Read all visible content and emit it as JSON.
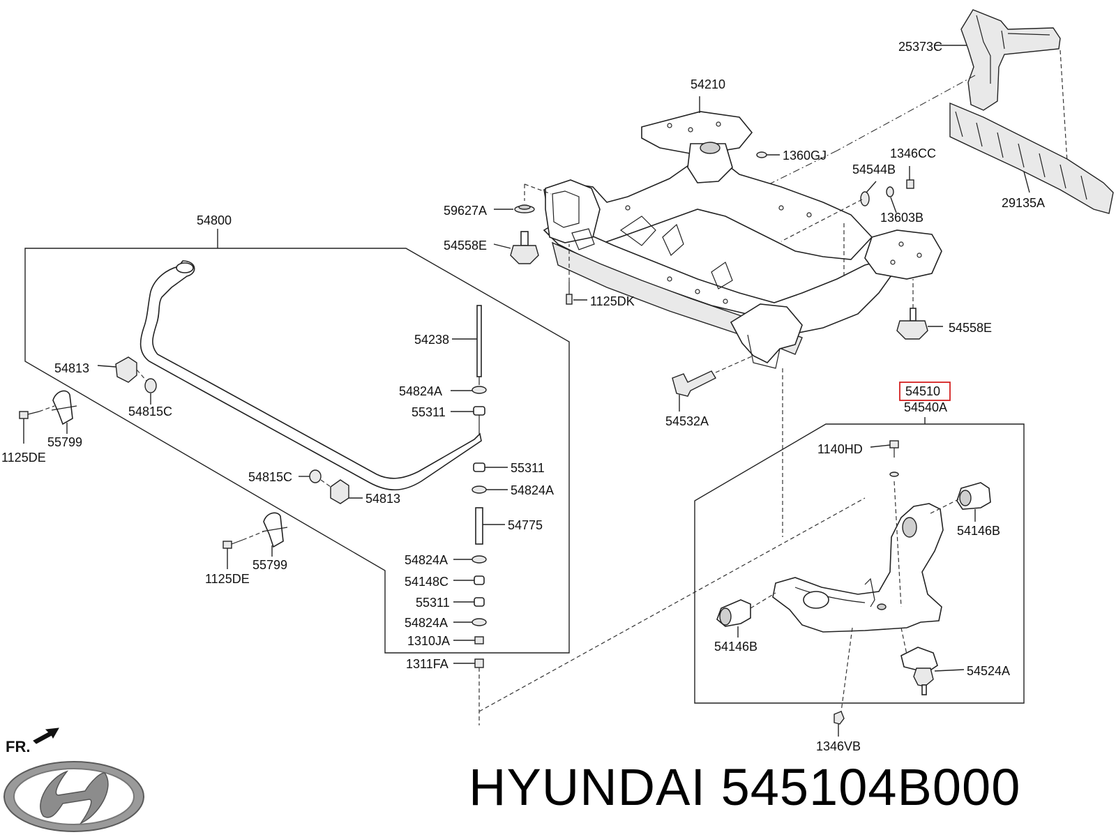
{
  "brand_text": "HYUNDAI 545104B000",
  "direction_label": "FR.",
  "highlight_color": "#d42020",
  "logo_icon": "hyundai-logo-icon",
  "parts": {
    "p25373C": "25373C",
    "p54210": "54210",
    "p1360GJ": "1360GJ",
    "p1346CC": "1346CC",
    "p54544B": "54544B",
    "p29135A": "29135A",
    "p13603B": "13603B",
    "p59627A": "59627A",
    "p54558E_left": "54558E",
    "p54800": "54800",
    "p1125DK": "1125DK",
    "p54558E_right": "54558E",
    "p54238": "54238",
    "p54813_left": "54813",
    "p54824A_1": "54824A",
    "p54815C_left": "54815C",
    "p55311_1": "55311",
    "p55799_upper": "55799",
    "p1125DE_upper": "1125DE",
    "p54510": "54510",
    "p54540A": "54540A",
    "p54532A": "54532A",
    "p1140HD": "1140HD",
    "p55311_2": "55311",
    "p54815C_right": "54815C",
    "p54824A_2": "54824A",
    "p54813_right": "54813",
    "p54146B_right": "54146B",
    "p54775": "54775",
    "p55799_lower": "55799",
    "p54824A_3": "54824A",
    "p1125DE_lower": "1125DE",
    "p54148C": "54148C",
    "p55311_3": "55311",
    "p54824A_4": "54824A",
    "p54146B_left": "54146B",
    "p1310JA": "1310JA",
    "p54524A": "54524A",
    "p1311FA": "1311FA",
    "p1346VB": "1346VB"
  }
}
